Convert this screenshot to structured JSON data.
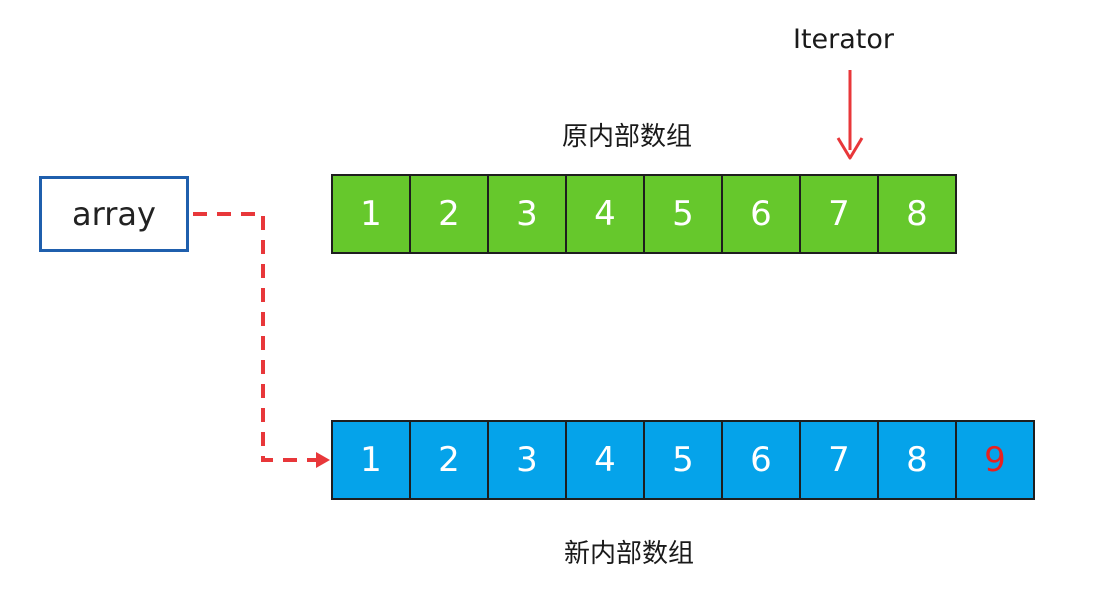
{
  "labels": {
    "iterator": "Iterator",
    "original_array": "原内部数组",
    "new_array": "新内部数组",
    "array_ref": "array"
  },
  "original_array": {
    "values": [
      "1",
      "2",
      "3",
      "4",
      "5",
      "6",
      "7",
      "8"
    ],
    "iterator_index": 6
  },
  "new_array": {
    "values": [
      "1",
      "2",
      "3",
      "4",
      "5",
      "6",
      "7",
      "8",
      "9"
    ],
    "new_element_index": 8
  },
  "colors": {
    "original_fill": "#66c82c",
    "new_fill": "#05a3ea",
    "arrow": "#e8373a",
    "new_element_text": "#e8211f",
    "array_box_border": "#1f5fad"
  }
}
